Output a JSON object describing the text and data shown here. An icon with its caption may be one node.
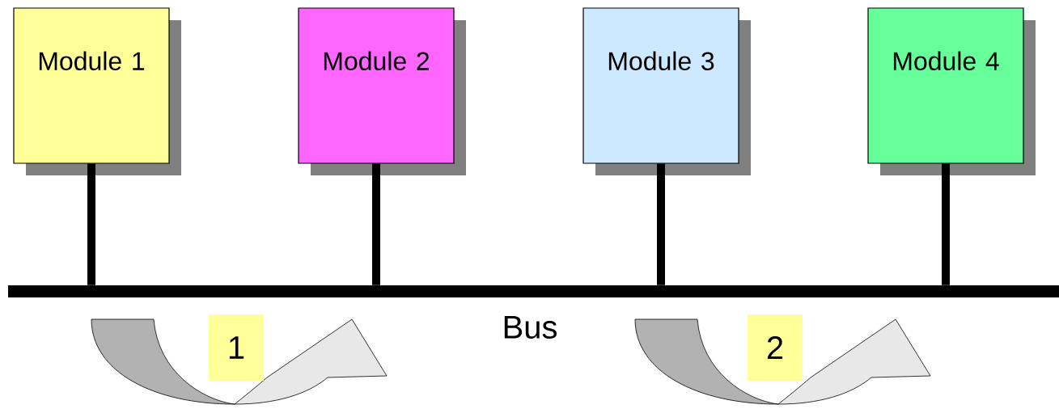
{
  "diagram": {
    "nodes": [
      {
        "text": [
          "Module 1"
        ]
      },
      {
        "text": [
          "Module 2"
        ]
      },
      {
        "text": [
          "Module 3"
        ]
      },
      {
        "text": [
          "Module 4"
        ]
      },
      {
        "text": [
          "Bus"
        ]
      }
    ],
    "edges": [
      {
        "from": 0,
        "to": 4,
        "arrow": "none"
      },
      {
        "from": 1,
        "to": 4,
        "arrow": "none"
      },
      {
        "from": 2,
        "to": 4,
        "arrow": "none"
      },
      {
        "from": 3,
        "to": 4,
        "arrow": "none"
      }
    ],
    "labels": [
      "1",
      "2"
    ]
  }
}
